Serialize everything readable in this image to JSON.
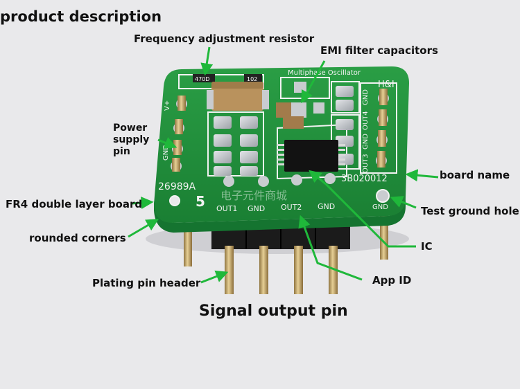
{
  "page": {
    "title": "product description",
    "caption": "Signal output pin"
  },
  "labels": {
    "frequency_resistor": "Frequency adjustment resistor",
    "emi_capacitors": "EMI filter capacitors",
    "power_supply_pin": "Power supply pin",
    "board_name": "board name",
    "fr4_board": "FR4 double layer board",
    "test_ground_hole": "Test ground hole",
    "rounded_corners": "rounded corners",
    "ic": "IC",
    "app_id": "App ID",
    "pin_header": "Plating pin header"
  },
  "silkscreen": {
    "board_title": "Multiphase Oscillator",
    "resistor_value": "470D",
    "resistor_value_2": "102",
    "corner_mark": "H&I",
    "board_code_left": "26989A",
    "board_code_right": "3B020012",
    "digit": "5",
    "out1": "OUT1",
    "gnd1": "GND",
    "out2": "OUT2",
    "gnd2": "GND",
    "gnd_test": "GND",
    "vplus": "V+",
    "gnd_left": "GND",
    "right_gnd_1": "GND",
    "right_out4": "OUT4",
    "right_gnd_2": "GND",
    "right_out3": "OUT3",
    "watermark": "电子元件商城"
  },
  "colors": {
    "background": "#e9e9eb",
    "pcb_green": "#1f8f3a",
    "pcb_dark": "#147029",
    "silkscreen": "#f2f2f2",
    "pad_silver": "#c9ccd0",
    "arrow_green": "#1fb83a",
    "header_black": "#1b1b1b",
    "pin_gold": "#c9a86a"
  }
}
